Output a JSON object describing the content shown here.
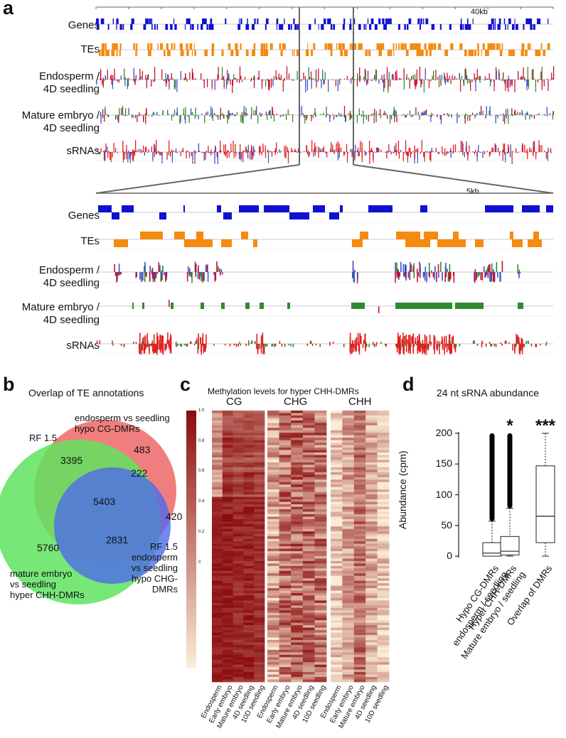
{
  "panel_a": {
    "letter": "a",
    "top_scale": "40kb",
    "bottom_scale": "5kb",
    "track_labels": [
      "Genes",
      "TEs",
      "Endosperm /\n4D seedling",
      "Mature embryo /\n4D seedling",
      "sRNAs"
    ],
    "colors": {
      "genes": "#1010d0",
      "tes": "#f58a10",
      "hyper": "#c8102e",
      "hypo": "#3a50c8",
      "green": "#2e8b2e",
      "srna": "#e02020"
    }
  },
  "panel_b": {
    "letter": "b",
    "title": "Overlap of TE annotations",
    "sets": [
      {
        "label": "endosperm vs seedling\nhypo CG-DMRs",
        "color": "#f07070"
      },
      {
        "label": "RF 1.5",
        "color": "#70e070"
      },
      {
        "label": "mature embryo\nvs seedling\nhyper CHH-DMRs",
        "color": "#70e070"
      },
      {
        "label": "RF 1.5\nendosperm\nvs seedling\nhypo CHG-DMRs",
        "color": "#5a5ae8"
      }
    ],
    "counts": {
      "red_only": "483",
      "red_green": "3395",
      "red_blue": "222",
      "all": "5403",
      "blue_only": "420",
      "green_only": "5760",
      "green_blue": "2831"
    }
  },
  "panel_c": {
    "letter": "c",
    "title": "Methylation levels for hyper CHH-DMRs",
    "contexts": [
      "CG",
      "CHG",
      "CHH"
    ],
    "samples": [
      "Endosperm",
      "Early embryo",
      "Mature embryo",
      "4D seedling",
      "10D seedling"
    ],
    "scale": [
      "1.0",
      "0.8",
      "0.6",
      "0.4",
      "0.2",
      "0"
    ]
  },
  "panel_d": {
    "letter": "d",
    "title": "24 nt sRNA abundance",
    "ylabel": "Abundance (cpm)",
    "yticks": [
      "0",
      "50",
      "100",
      "150",
      "200"
    ],
    "groups": [
      {
        "label": "Hypo CG-DMRs\nendosperm / seedling",
        "sig": ""
      },
      {
        "label": "Hyper CHH-DMRs\nMature embryo / seedling",
        "sig": "*"
      },
      {
        "label": "Overlap of DMRs",
        "sig": "***"
      }
    ]
  },
  "chart_data": {
    "type": "box",
    "title": "24 nt sRNA abundance",
    "ylabel": "Abundance (cpm)",
    "ylim": [
      0,
      200
    ],
    "categories": [
      "Hypo CG-DMRs endosperm / seedling",
      "Hyper CHH-DMRs Mature embryo / seedling",
      "Overlap of DMRs"
    ],
    "boxes": [
      {
        "min": 0,
        "q1": 0,
        "median": 5,
        "q3": 22,
        "max": 57
      },
      {
        "min": 0,
        "q1": 2,
        "median": 8,
        "q3": 32,
        "max": 78
      },
      {
        "min": 0,
        "q1": 22,
        "median": 65,
        "q3": 147,
        "max": 200
      }
    ]
  }
}
